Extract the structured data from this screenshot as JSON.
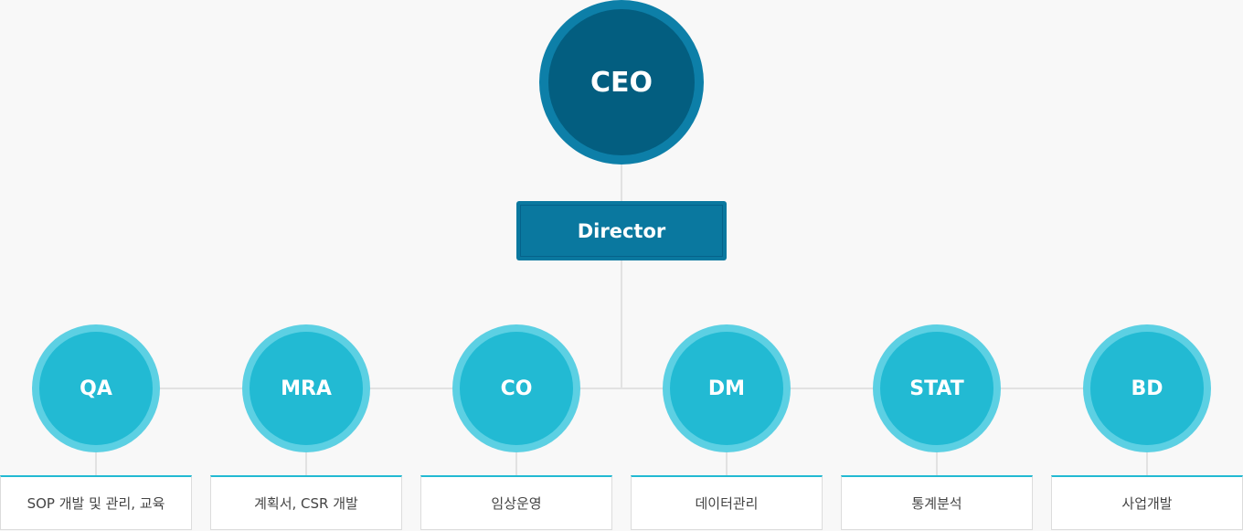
{
  "ceo": {
    "label": "CEO"
  },
  "director": {
    "label": "Director"
  },
  "departments": [
    {
      "label": "QA",
      "task": "SOP 개발 및 관리, 교육"
    },
    {
      "label": "MRA",
      "task": "계획서, CSR 개발"
    },
    {
      "label": "CO",
      "task": "임상운영"
    },
    {
      "label": "DM",
      "task": "데이터관리"
    },
    {
      "label": "STAT",
      "task": "통계분석"
    },
    {
      "label": "BD",
      "task": "사업개발"
    }
  ],
  "colors": {
    "ceo_outer": "#0d7fa8",
    "ceo_inner": "#035e80",
    "director": "#0a789f",
    "dept_outer": "#5cd0e3",
    "dept_inner": "#22bad3",
    "connector": "#e2e2e2"
  }
}
